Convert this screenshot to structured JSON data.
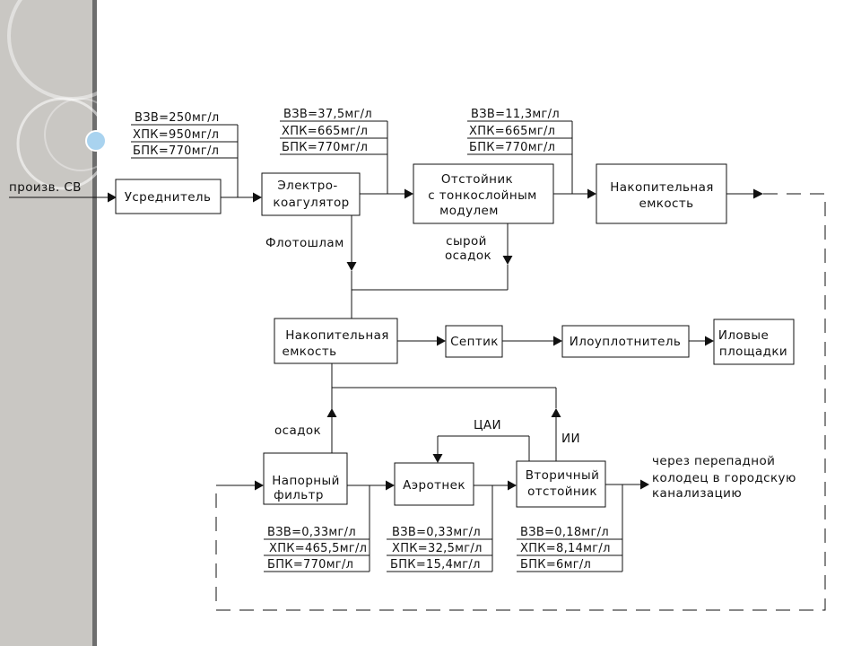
{
  "input_label": "произв. СВ",
  "params": {
    "top1": [
      "ВЗВ=250мг/л",
      "ХПК=950мг/л",
      "БПК=770мг/л"
    ],
    "top2": [
      "ВЗВ=37,5мг/л",
      "ХПК=665мг/л",
      "БПК=770мг/л"
    ],
    "top3": [
      "ВЗВ=11,3мг/л",
      "ХПК=665мг/л",
      "БПК=770мг/л"
    ],
    "bot1": [
      "ВЗВ=0,33мг/л",
      "ХПК=465,5мг/л",
      "БПК=770мг/л"
    ],
    "bot2": [
      "ВЗВ=0,33мг/л",
      "ХПК=32,5мг/л",
      "БПК=15,4мг/л"
    ],
    "bot3": [
      "ВЗВ=0,18мг/л",
      "ХПК=8,14мг/л",
      "БПК=6мг/л"
    ]
  },
  "boxes": {
    "averager": [
      "Усреднитель"
    ],
    "electrocoagulator": [
      "Электро-",
      "коагулятор"
    ],
    "settler": [
      "Отстойник",
      "с тонкослойным",
      "модулем"
    ],
    "storage_top": [
      "Накопительная",
      "емкость"
    ],
    "storage_mid": [
      "Накопительная",
      "емкость"
    ],
    "septic": [
      "Септик"
    ],
    "sludge_thickener": [
      "Илоуплотнитель"
    ],
    "sludge_beds": [
      "Иловые",
      "площадки"
    ],
    "pressure_filter": [
      "Напорный",
      "фильтр"
    ],
    "aerotank": [
      "Аэротнек"
    ],
    "secondary_settler": [
      "Вторичный",
      "отстойник"
    ]
  },
  "labels": {
    "flotosludge": "Флотошлам",
    "raw_sediment": [
      "сырой",
      "осадок"
    ],
    "sediment": "осадок",
    "cai": "ЦАИ",
    "ii": "ИИ",
    "outlet": [
      "через перепадной",
      "колодец в городскую",
      "канализацию"
    ]
  },
  "colors": {
    "sidebar": "#c9c7c3",
    "sidebar_edge": "#6e6e6e",
    "line": "#111111"
  }
}
